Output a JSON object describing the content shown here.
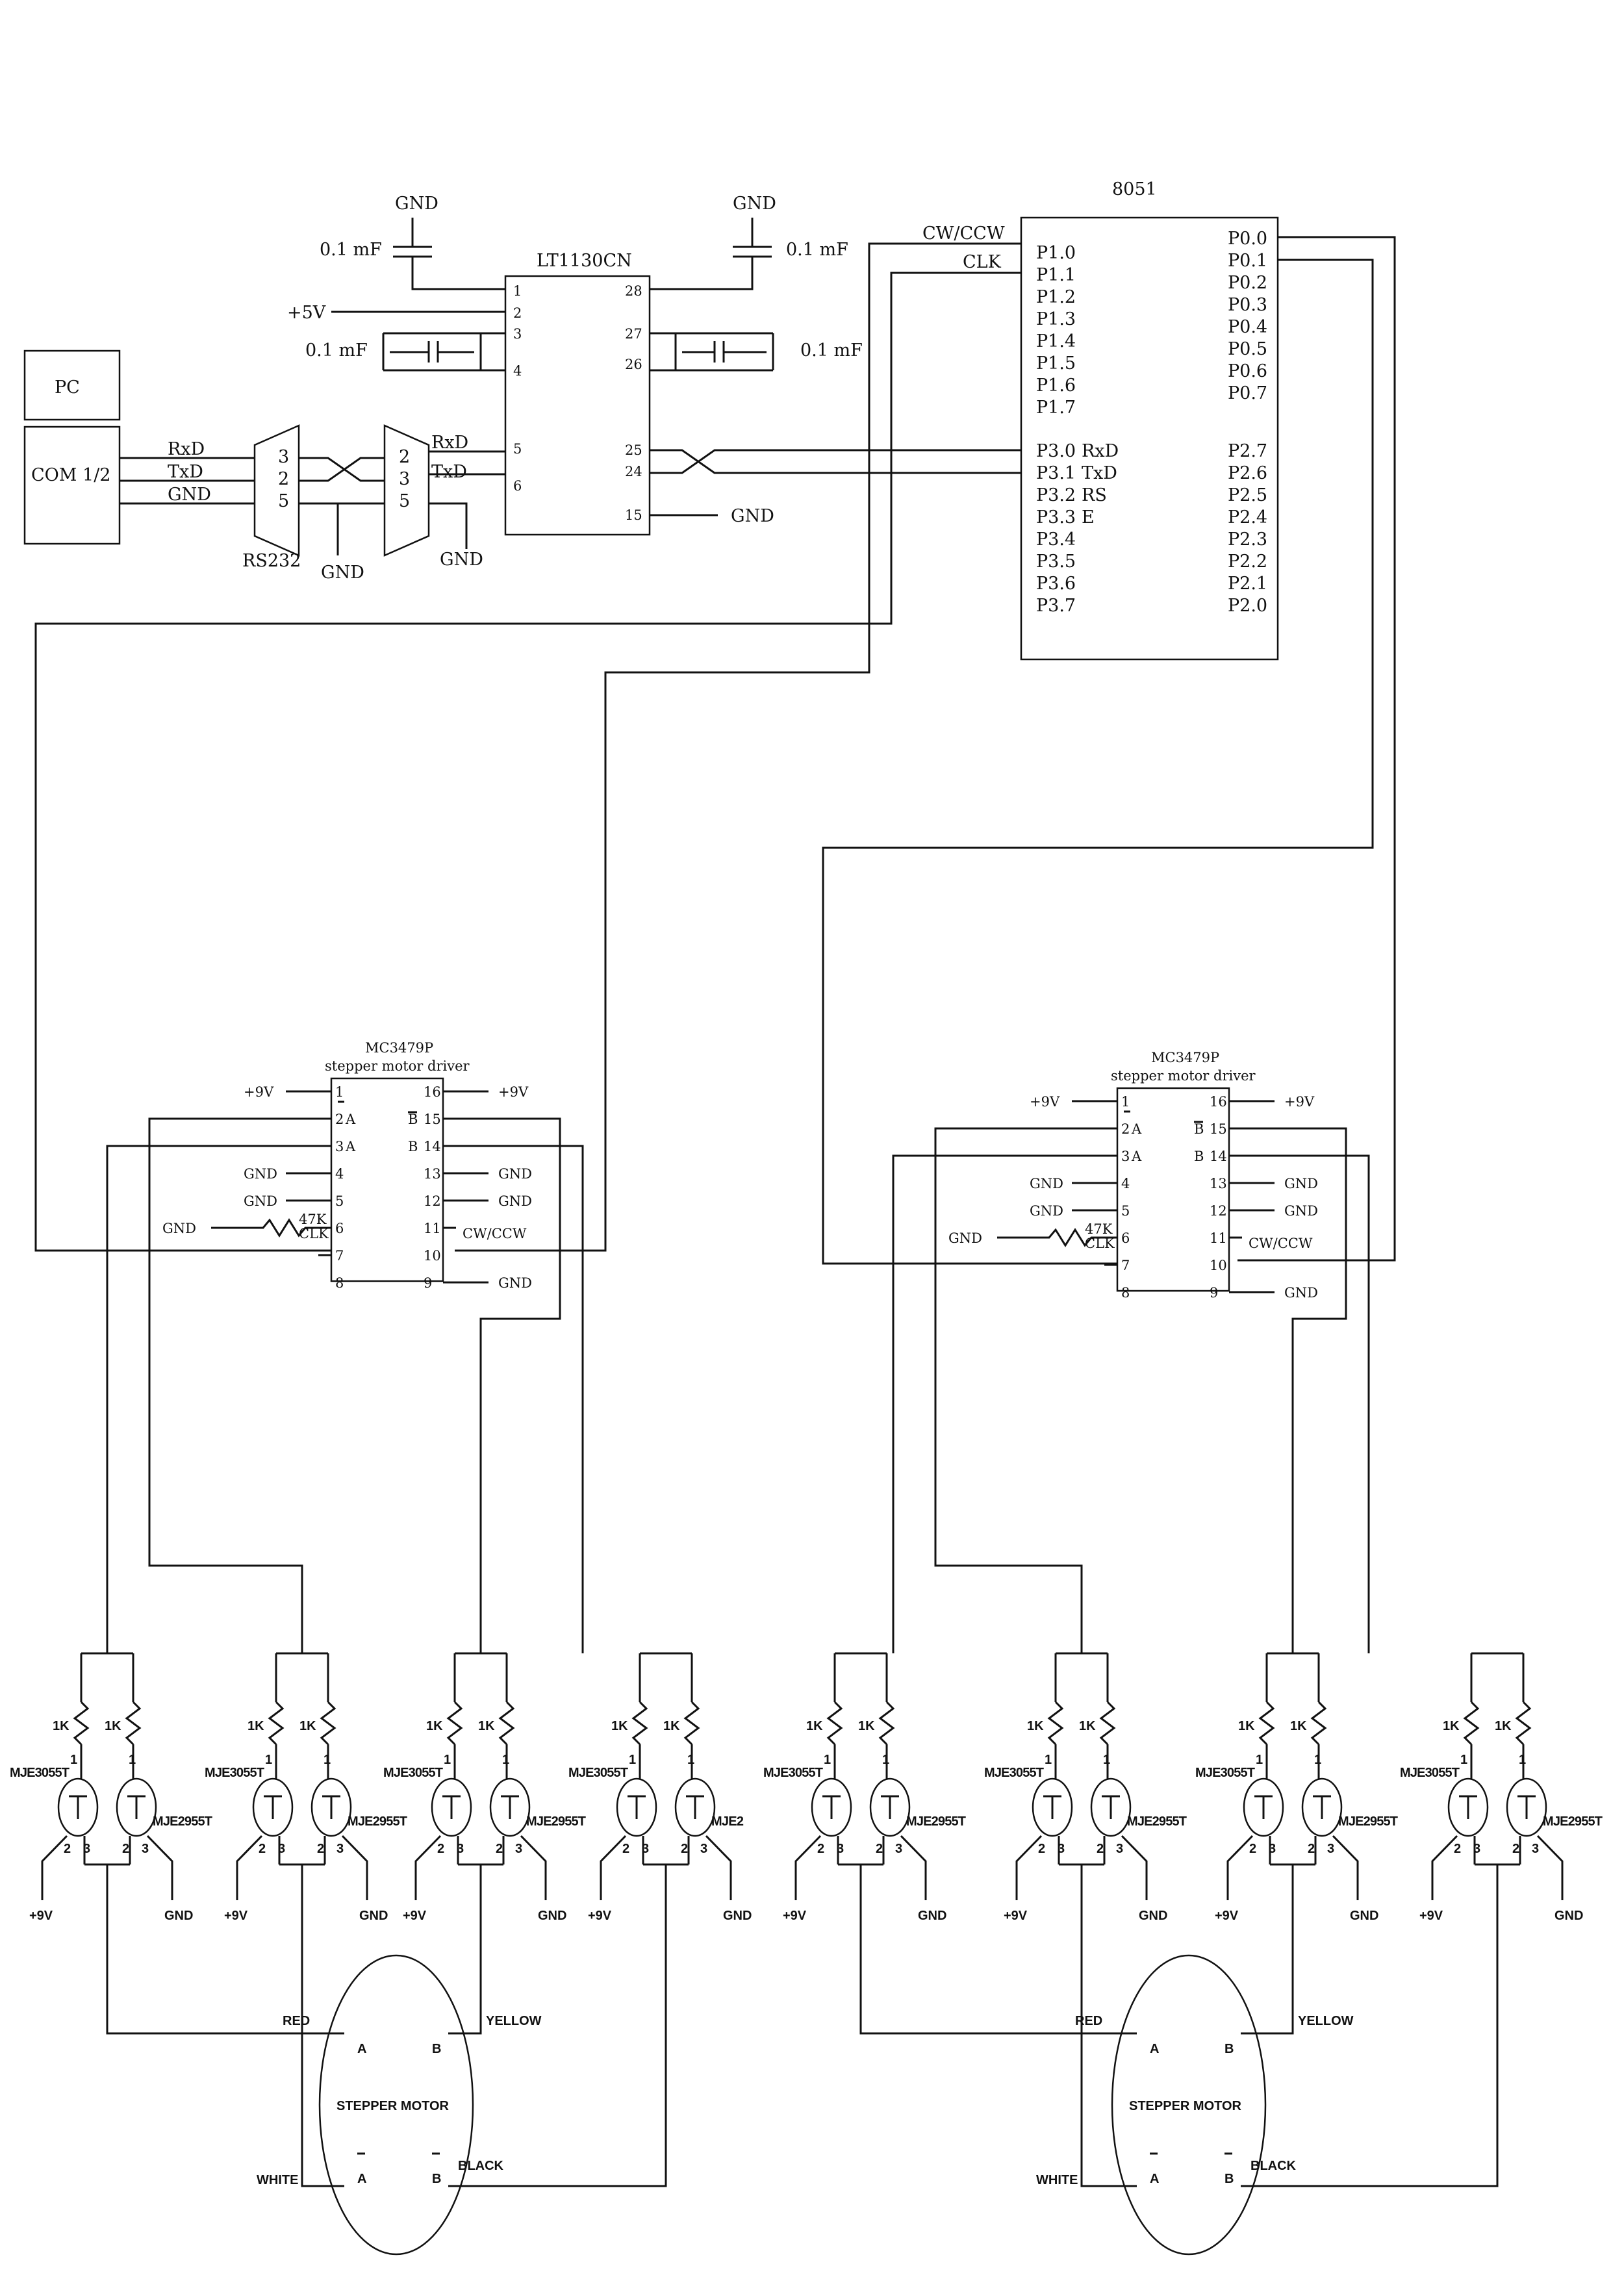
{
  "pc": {
    "label": "PC",
    "com_label": "COM 1/2",
    "com_pins": [
      "RxD",
      "TxD",
      "GND"
    ]
  },
  "rs232": {
    "label": "RS232",
    "left_pins": [
      "3",
      "2",
      "5"
    ],
    "right_pins": [
      "2",
      "3",
      "5"
    ],
    "gnd1": "GND",
    "gnd2": "GND"
  },
  "lt1130": {
    "name": "LT1130CN",
    "pin1": "1",
    "pin2": "2",
    "pin3": "3",
    "pin4": "4",
    "pin5": "5",
    "pin6": "6",
    "pin28": "28",
    "pin27": "27",
    "pin26": "26",
    "pin25": "25",
    "pin24": "24",
    "pin15": "15",
    "in_rxd": "RxD",
    "in_txd": "TxD",
    "vcc": "+5V",
    "gnd_top_left": "GND",
    "gnd_top_right": "GND",
    "gnd_pin15": "GND",
    "cap1": "0.1 mF",
    "cap2": "0.1 mF",
    "cap3": "0.1 mF",
    "cap4": "0.1 mF"
  },
  "mcu": {
    "name": "8051",
    "p1": [
      "P1.0",
      "P1.1",
      "P1.2",
      "P1.3",
      "P1.4",
      "P1.5",
      "P1.6",
      "P1.7"
    ],
    "p3": [
      "P3.0",
      "P3.1",
      "P3.2",
      "P3.3",
      "P3.4",
      "P3.5",
      "P3.6",
      "P3.7"
    ],
    "p3_func": [
      "RxD",
      "TxD",
      "RS",
      "E"
    ],
    "p0": [
      "P0.0",
      "P0.1",
      "P0.2",
      "P0.3",
      "P0.4",
      "P0.5",
      "P0.6",
      "P0.7"
    ],
    "p2": [
      "P2.7",
      "P2.6",
      "P2.5",
      "P2.4",
      "P2.3",
      "P2.2",
      "P2.1",
      "P2.0"
    ],
    "cwccw": "CW/CCW",
    "clk": "CLK"
  },
  "driver": {
    "name": "MC3479P",
    "subtitle": "stepper motor driver",
    "left_pins": [
      "1",
      "2",
      "3",
      "4",
      "5",
      "6",
      "7",
      "8"
    ],
    "right_pins": [
      "16",
      "15",
      "14",
      "13",
      "12",
      "11",
      "10",
      "9"
    ],
    "in_a": "A",
    "in_a_bar": "A",
    "in_b": "B",
    "in_b_bar": "B",
    "clk": "CLK",
    "res": "47K",
    "cwccw": "CW/CCW",
    "vcc": "+9V",
    "gnd": "GND"
  },
  "transistors": {
    "npn": "MJE3055T",
    "pnp": "MJE2955T",
    "pnp_cut": "MJE2",
    "res": "1K",
    "vcc": "+9V",
    "gnd": "GND",
    "pin1": "1",
    "pin2": "2",
    "pin3": "3"
  },
  "motor": {
    "label": "STEPPER MOTOR",
    "red": "RED",
    "yellow": "YELLOW",
    "white": "WHITE",
    "black": "BLACK",
    "a": "A",
    "b": "B",
    "a_bar": "A",
    "b_bar": "B"
  }
}
